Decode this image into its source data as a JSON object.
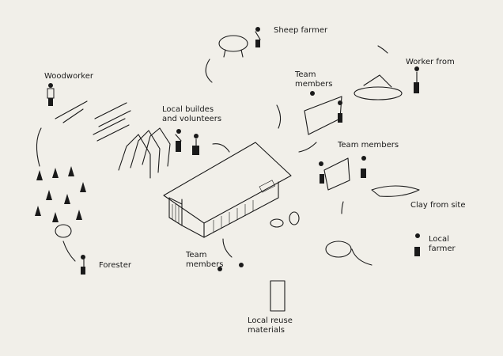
{
  "labels": {
    "sheep_farmer": "Sheep farmer",
    "worker_from": "Worker from",
    "team_members_wall": "Team\nmembers",
    "woodworker": "Woodworker",
    "local_builders": "Local buildes\nand volunteers",
    "team_members_clay": "Team members",
    "clay_from_site": "Clay from site",
    "local_farmer": "Local\nfarmer",
    "forester": "Forester",
    "team_members_bottom": "Team\nmembers",
    "local_reuse": "Local reuse\nmaterials"
  },
  "colors": {
    "background": "#f1efe9",
    "ink": "#1a1a1a"
  }
}
